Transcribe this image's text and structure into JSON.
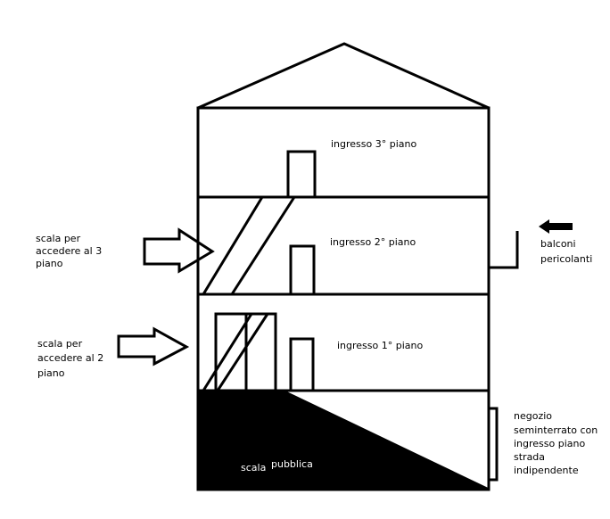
{
  "labels": {
    "ingresso_3": "ingresso 3° piano",
    "ingresso_2": "ingresso 2° piano",
    "ingresso_1": "ingresso 1° piano",
    "scala_3": [
      "scala per",
      "accedere al 3",
      "piano"
    ],
    "scala_2": [
      "scala per",
      "accedere al 2",
      "piano"
    ],
    "balconi": [
      "balconi",
      "pericolanti"
    ],
    "negozio": [
      "negozio",
      "seminterrato con",
      "ingresso piano",
      "strada",
      "indipendente"
    ],
    "scala_pubblica_1": "scala",
    "scala_pubblica_2": "pubblica"
  }
}
